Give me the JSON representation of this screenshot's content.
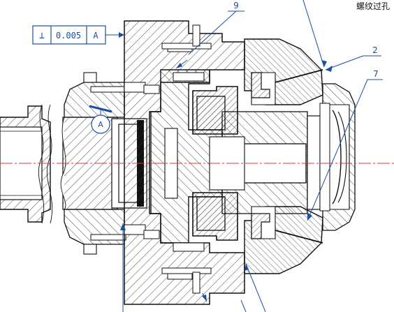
{
  "drawing": {
    "corner_note": "螺纹过孔",
    "balloons": [
      "9",
      "2",
      "7"
    ],
    "datum_marker": "A",
    "feature_control_frame": {
      "symbol": "⊥",
      "tolerance": "0.005",
      "datum": "A"
    }
  },
  "colors": {
    "outline": "#111111",
    "hatch": "#333333",
    "annotation": "#1a4fa0",
    "centerline": "#d23c3c"
  }
}
